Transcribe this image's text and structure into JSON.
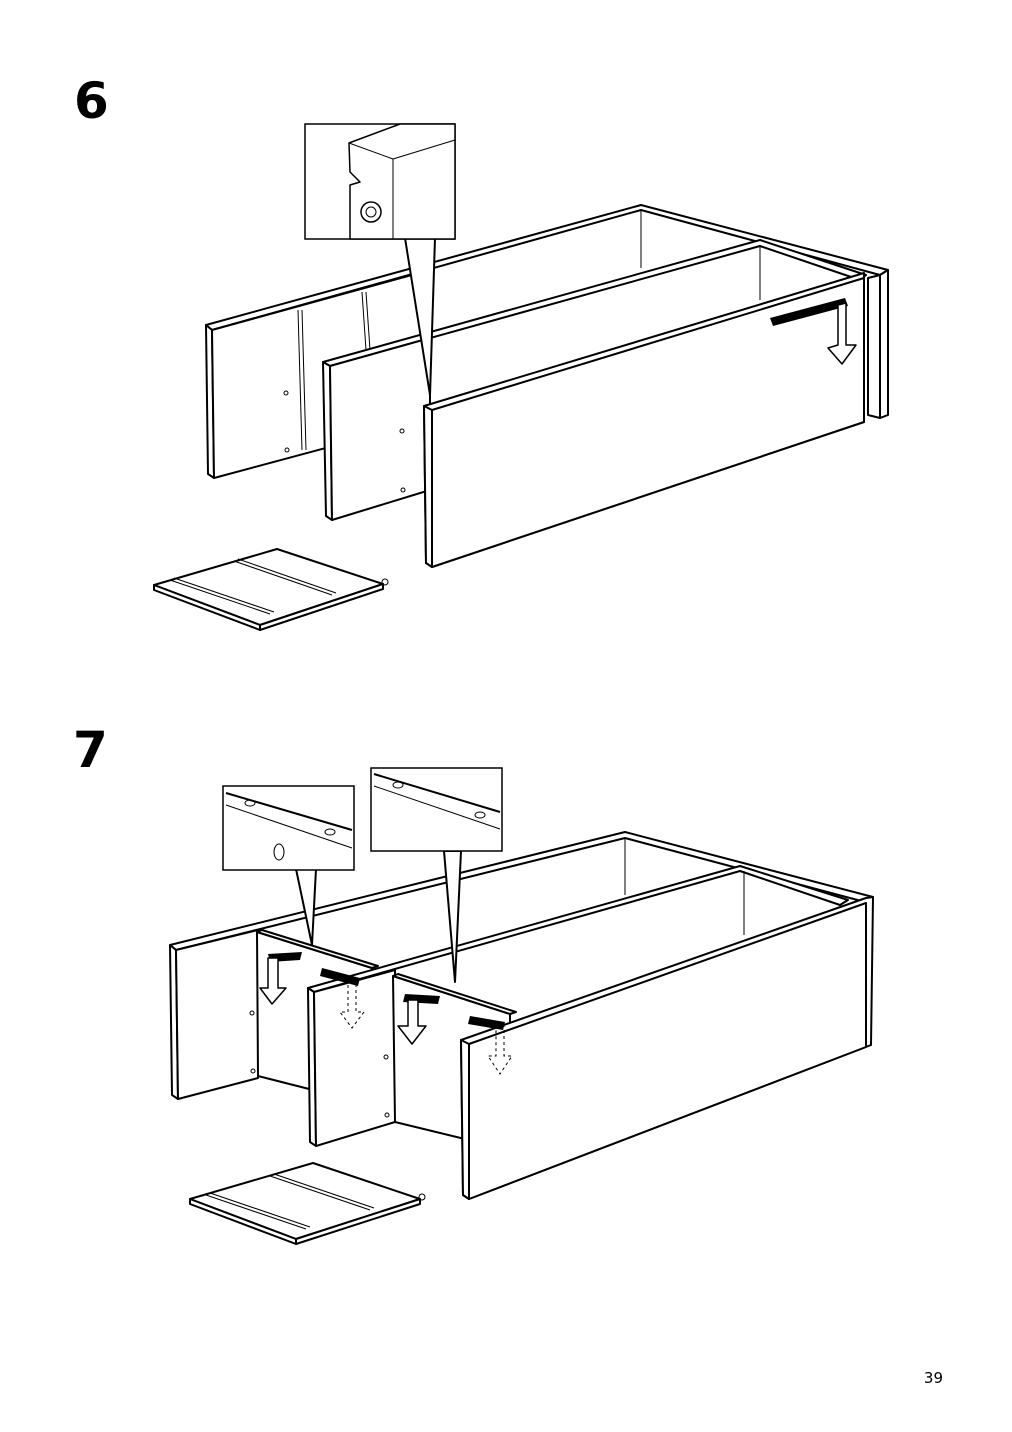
{
  "steps": [
    {
      "number": "6"
    },
    {
      "number": "7"
    }
  ],
  "page_number": "39",
  "illustrations": {
    "step6": "cabinet-assembly-front-panel",
    "step7": "cabinet-assembly-dividers"
  }
}
